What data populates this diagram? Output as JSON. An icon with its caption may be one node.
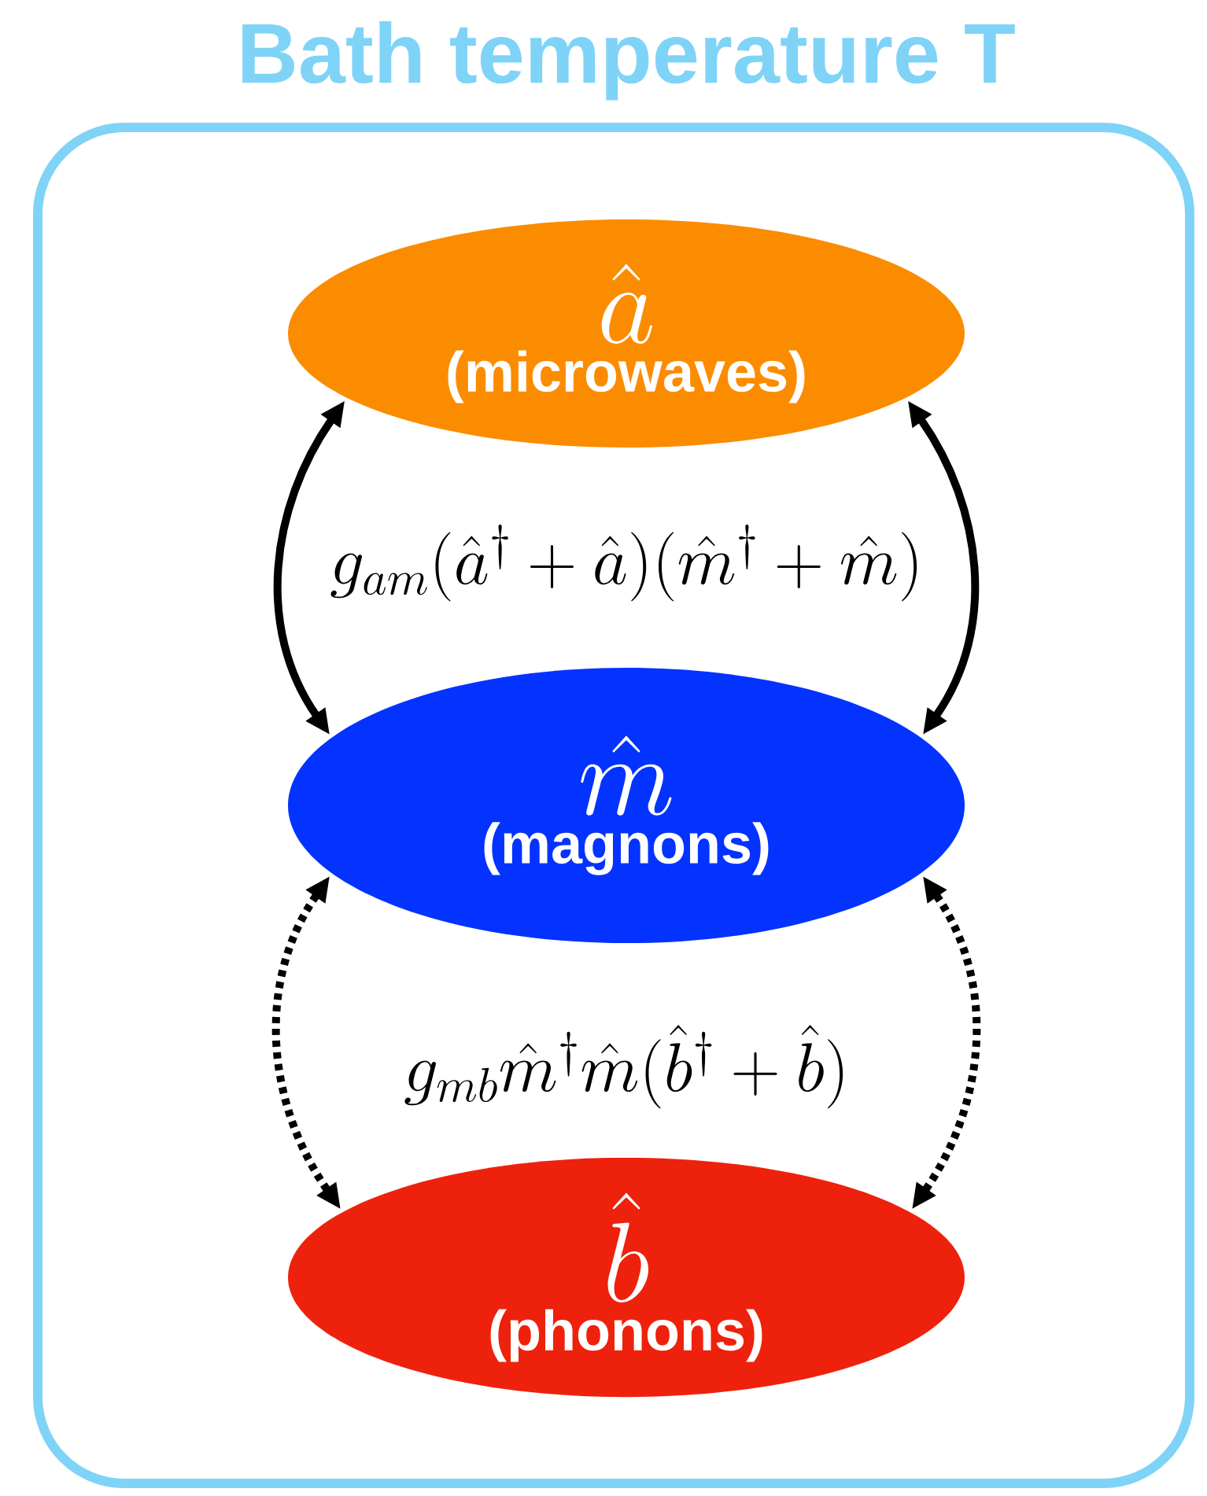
{
  "diagram": {
    "nodes": [
      {
        "text": [
          "Bath temperature T"
        ]
      },
      {
        "text": [
          "\\hat{a}",
          "(microwaves)"
        ],
        "in": 0
      },
      {
        "text": [
          "\\hat{m}",
          "(magnons)"
        ],
        "in": 0
      },
      {
        "text": [
          "\\hat{b}",
          "(phonons)"
        ],
        "in": 0
      }
    ],
    "edges": [
      {
        "from": 1,
        "to": 2,
        "arrow": "both"
      },
      {
        "from": 1,
        "to": 2,
        "arrow": "both"
      },
      {
        "from": 2,
        "to": 3,
        "arrow": "both",
        "style": "dashed"
      },
      {
        "from": 2,
        "to": 3,
        "arrow": "both",
        "style": "dashed"
      }
    ],
    "labels": [
      "g_{am}(\\hat{a}^\\dagger + \\hat{a})(\\hat{m}^\\dagger + \\hat{m})",
      "g_{mb}\\hat{m}^\\dagger\\hat{m}(\\hat{b}^\\dagger + \\hat{b})"
    ]
  }
}
